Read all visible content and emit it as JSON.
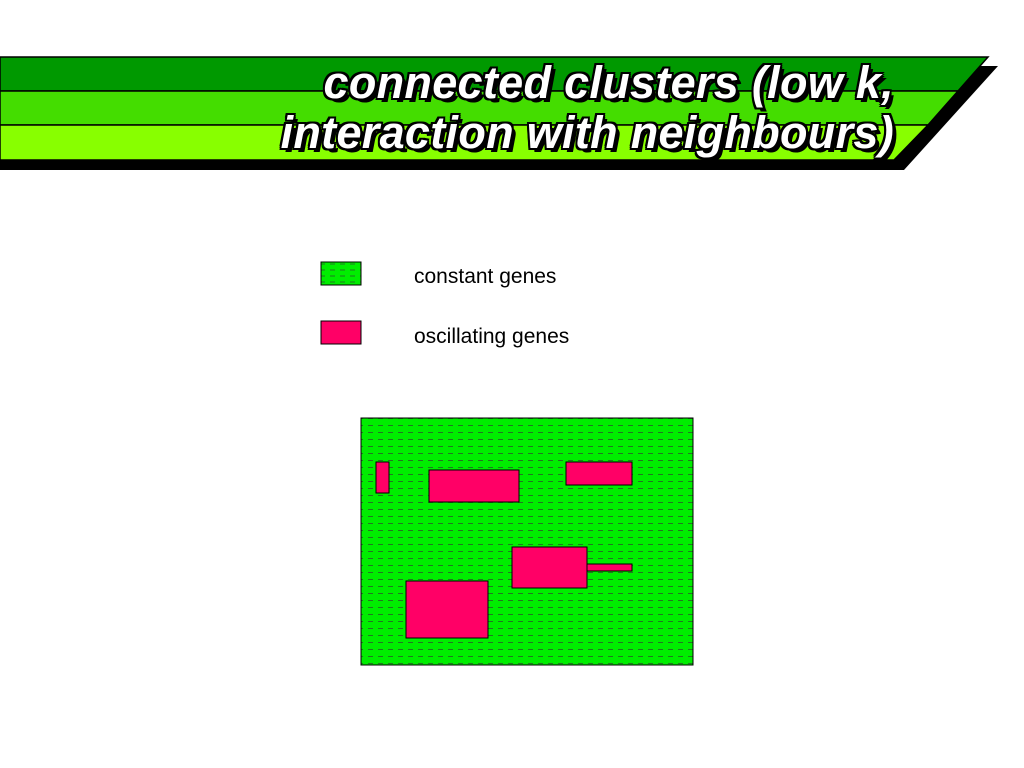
{
  "title": {
    "line1": "connected clusters (low k,",
    "line2": "interaction with neighbours)"
  },
  "legend": [
    {
      "label": "constant genes",
      "color": "#00ee00",
      "pattern": "dashed"
    },
    {
      "label": "oscillating genes",
      "color": "#ff0066",
      "pattern": "solid"
    }
  ],
  "colors": {
    "header_band_dark": "#009900",
    "header_band_mid": "#44dd00",
    "header_band_light": "#88ff00",
    "constant": "#00ee00",
    "oscillating": "#ff0066"
  }
}
